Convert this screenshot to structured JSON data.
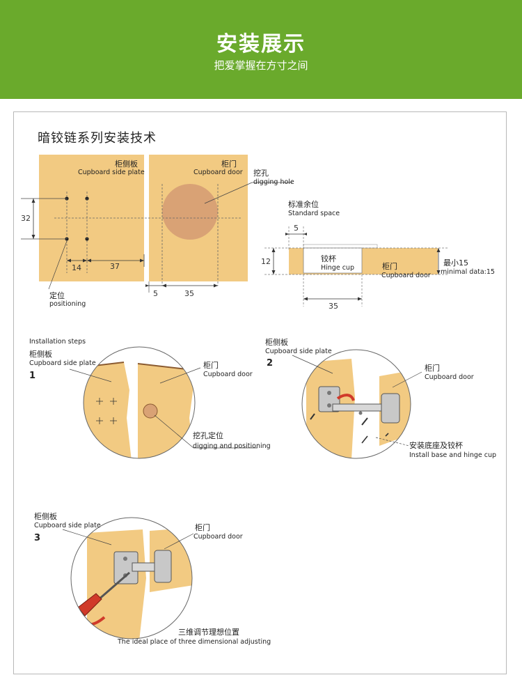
{
  "banner": {
    "title": "安装展示",
    "subtitle": "把爱掌握在方寸之间",
    "color": "#6aaa2c"
  },
  "diagram": {
    "title": "暗铰链系列安装技术",
    "side_plate_zh": "柜侧板",
    "side_plate_en": "Cupboard side plate",
    "door_zh": "柜门",
    "door_en": "Cupboard door",
    "hole_zh": "挖孔",
    "hole_en": "digging hole",
    "position_zh": "定位",
    "position_en": "positioning",
    "dim_32": "32",
    "dim_14": "14",
    "dim_37": "37",
    "dim_5": "5",
    "dim_35": "35",
    "board_color": "#f2ca82",
    "hole_color": "#d9a275"
  },
  "section": {
    "standard_zh": "标准余位",
    "standard_en": "Standard space",
    "dim_5": "5",
    "dim_12": "12",
    "dim_35": "35",
    "cup_zh": "铰杯",
    "cup_en": "Hinge cup",
    "door_zh": "柜门",
    "door_en": "Cupboard door",
    "min_zh": "最小15",
    "min_en": "minimal data:15"
  },
  "steps": {
    "heading": "Installation steps",
    "step1": {
      "number": "1",
      "side_zh": "柜侧板",
      "side_en": "Cupboard side plate",
      "door_zh": "柜门",
      "door_en": "Cupboard door",
      "caption_zh": "挖孔定位",
      "caption_en": "digging and positioning"
    },
    "step2": {
      "number": "2",
      "side_zh": "柜侧板",
      "side_en": "Cupboard side plate",
      "door_zh": "柜门",
      "door_en": "Cupboard door",
      "caption_zh": "安装底座及铰杯",
      "caption_en": "Install base and hinge cup"
    },
    "step3": {
      "number": "3",
      "side_zh": "柜侧板",
      "side_en": "Cupboard side plate",
      "door_zh": "柜门",
      "door_en": "Cupboard door",
      "caption_zh": "三维调节理想位置",
      "caption_en": "The ideal place of three dimensional adjusting"
    }
  }
}
